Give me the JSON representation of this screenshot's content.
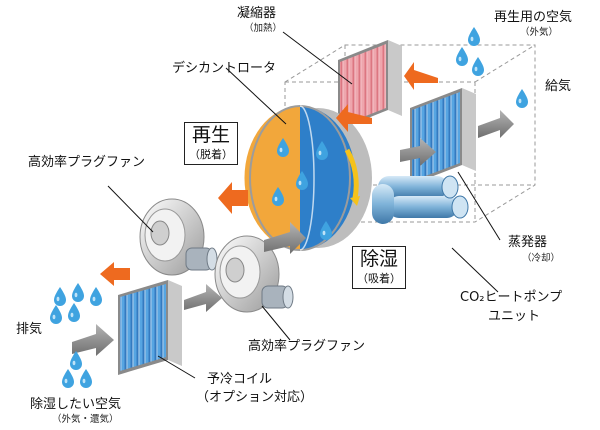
{
  "labels": {
    "condenser": "凝縮器",
    "condenser_sub": "（加熱）",
    "regen_air": "再生用の空気",
    "regen_air_sub": "（外気）",
    "supply_air": "給気",
    "desiccant_rotor": "デシカントロータ",
    "regeneration": "再生",
    "regeneration_sub": "（脱着）",
    "plug_fan_1": "高効率プラグファン",
    "plug_fan_2": "高効率プラグファン",
    "dehumid": "除湿",
    "dehumid_sub": "（吸着）",
    "evaporator": "蒸発器",
    "evaporator_sub": "（冷却）",
    "heat_pump_1": "CO₂ヒートポンプ",
    "heat_pump_2": "ユニット",
    "exhaust": "排気",
    "precool_coil_1": "予冷コイル",
    "precool_coil_2": "（オプション対応）",
    "air_in": "除湿したい空気",
    "air_in_sub": "（外気・還気）"
  },
  "colors": {
    "orange_arrow": "#ee6a1f",
    "gray_arrow": "#8e8e8e",
    "rotor_regen": "#f2a73b",
    "rotor_dehumid": "#2e7fc9",
    "coil_blue": "#3a8fd6",
    "coil_red": "#e9868f",
    "drop_blue": "#3fa3e0",
    "dash_line": "#999999"
  },
  "icons": [
    "water-drop-icon",
    "arrow-icon"
  ]
}
